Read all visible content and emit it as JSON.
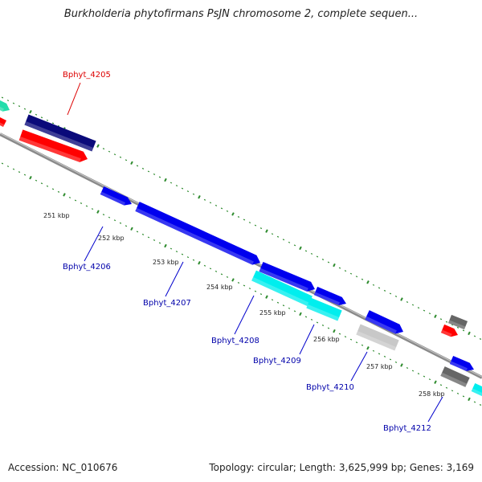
{
  "title": "Burkholderia phytofirmans PsJN chromosome 2, complete sequen...",
  "footer": {
    "accession": "Accession: NC_010676",
    "stats": "Topology: circular; Length: 3,625,999 bp; Genes: 3,169"
  },
  "colors": {
    "backbone": "#8a8a8a",
    "tick": "#2e8b2e",
    "label_black": "#222222",
    "label_red": "#dd0000",
    "label_blue": "#0000aa",
    "leader_red": "#dd0000",
    "leader_blue": "#0000cc"
  },
  "kbp_ticks": [
    {
      "id": "251",
      "label": "251 kbp"
    },
    {
      "id": "252",
      "label": "252 kbp"
    },
    {
      "id": "253",
      "label": "253 kbp"
    },
    {
      "id": "254",
      "label": "254 kbp"
    },
    {
      "id": "255",
      "label": "255 kbp"
    },
    {
      "id": "256",
      "label": "256 kbp"
    },
    {
      "id": "257",
      "label": "257 kbp"
    },
    {
      "id": "258",
      "label": "258 kbp"
    }
  ],
  "gene_labels": [
    {
      "id": "bphyt_4205",
      "text": "Bphyt_4205",
      "color": "red"
    },
    {
      "id": "bphyt_4206",
      "text": "Bphyt_4206",
      "color": "blue"
    },
    {
      "id": "bphyt_4207",
      "text": "Bphyt_4207",
      "color": "blue"
    },
    {
      "id": "bphyt_4208",
      "text": "Bphyt_4208",
      "color": "blue"
    },
    {
      "id": "bphyt_4209",
      "text": "Bphyt_4209",
      "color": "blue"
    },
    {
      "id": "bphyt_4210",
      "text": "Bphyt_4210",
      "color": "blue"
    },
    {
      "id": "bphyt_4212",
      "text": "Bphyt_4212",
      "color": "blue"
    }
  ],
  "features": [
    {
      "id": "teal-edge",
      "color": "#22ddaa"
    },
    {
      "id": "red-edge",
      "color": "#ff0000"
    },
    {
      "id": "navy-4205",
      "color": "#0a0a7a"
    },
    {
      "id": "red-4205",
      "color": "#ff0000"
    },
    {
      "id": "blue-4206",
      "color": "#0000ee"
    },
    {
      "id": "blue-4207",
      "color": "#0000ee"
    },
    {
      "id": "blue-4208",
      "color": "#0000ee"
    },
    {
      "id": "cyan-4208",
      "color": "#00eeee"
    },
    {
      "id": "blue-4209",
      "color": "#0000ee"
    },
    {
      "id": "cyan-4209",
      "color": "#00eeee"
    },
    {
      "id": "blue-4210",
      "color": "#0000ee"
    },
    {
      "id": "gray-4210",
      "color": "#c8c8c8"
    },
    {
      "id": "gray-right-upper",
      "color": "#666666"
    },
    {
      "id": "red-right",
      "color": "#ff0000"
    },
    {
      "id": "blue-4212",
      "color": "#0000ee"
    },
    {
      "id": "gray-4212",
      "color": "#666666"
    },
    {
      "id": "cyan-4212",
      "color": "#00eeee"
    }
  ]
}
